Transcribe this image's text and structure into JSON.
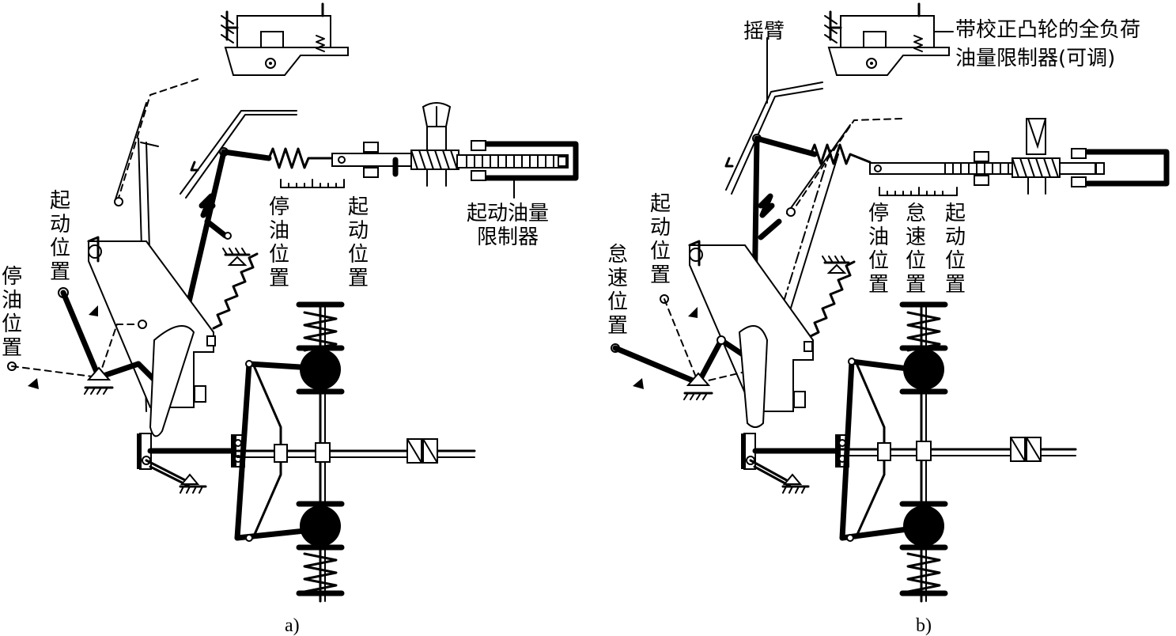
{
  "panel_a": {
    "caption": "a)",
    "labels": {
      "start_pos_left": [
        "起",
        "动",
        "位",
        "置"
      ],
      "stop_pos_left": [
        "停",
        "油",
        "位",
        "置"
      ],
      "stop_pos_scale": [
        "停",
        "油",
        "位",
        "置"
      ],
      "start_pos_scale": [
        "起",
        "动",
        "位",
        "置"
      ],
      "start_fuel_limiter": [
        "起动油量",
        "限制器"
      ]
    }
  },
  "panel_b": {
    "caption": "b)",
    "labels": {
      "rocker_arm": "摇臂",
      "full_load_limiter": [
        "带校正凸轮的全负荷",
        "油量限制器(可调)"
      ],
      "start_pos_left": [
        "起",
        "动",
        "位",
        "置"
      ],
      "idle_pos_left": [
        "怠",
        "速",
        "位",
        "置"
      ],
      "stop_pos_scale": [
        "停",
        "油",
        "位",
        "置"
      ],
      "idle_pos_scale": [
        "怠",
        "速",
        "位",
        "置"
      ],
      "start_pos_scale": [
        "起",
        "动",
        "位",
        "置"
      ]
    }
  }
}
